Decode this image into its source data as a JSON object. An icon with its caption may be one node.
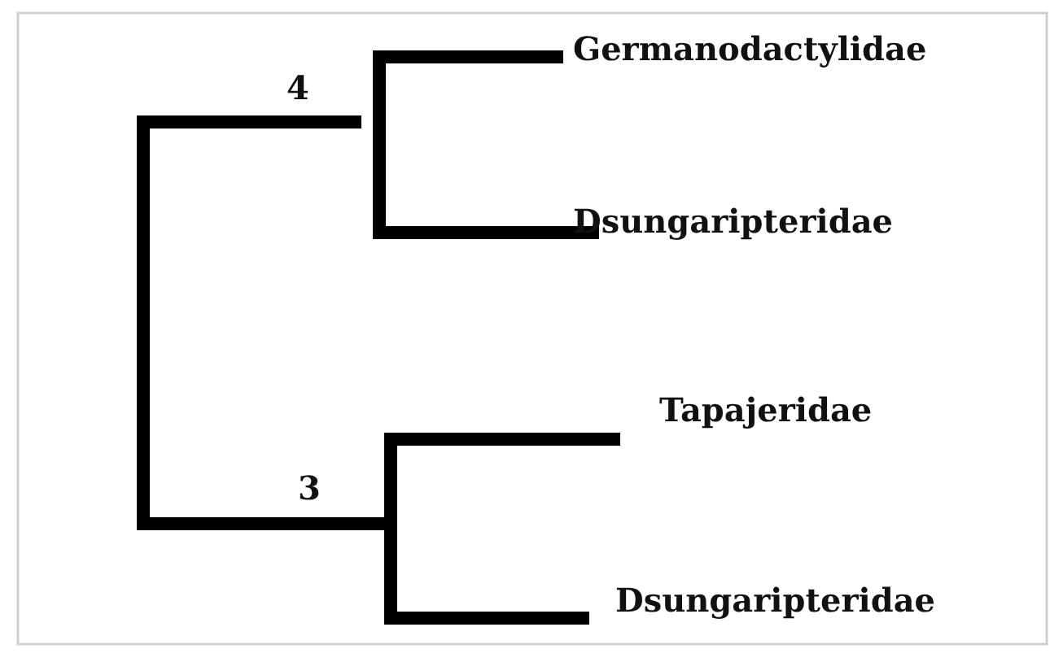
{
  "diagram": {
    "labels": [
      "Germanodactylidae",
      "4",
      "Dsungaripteridae",
      "Tapajeridae",
      "3",
      "Dsungaripteridae"
    ]
  }
}
